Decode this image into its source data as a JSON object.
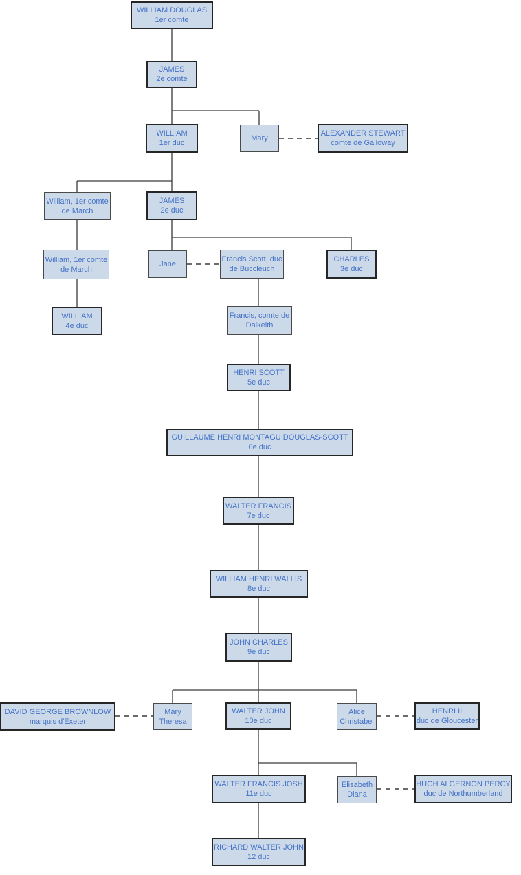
{
  "colors": {
    "page-bg": "#ffffff",
    "box-fill": "#ccd9e8",
    "shadow-blue": "#3876d2",
    "text-blue": "#4573c7",
    "border-major": "#262626",
    "border-minor": "#4a4a4a",
    "line-color": "#3a3a3a"
  },
  "legend": {
    "solid_line_meaning": "descent",
    "dashed_line_meaning": "marriage"
  },
  "nodes": [
    {
      "id": "william-douglas-1er-comte",
      "line1": "WILLIAM DOUGLAS",
      "line2": "1er comte"
    },
    {
      "id": "james-2e-comte",
      "line1": "JAMES",
      "line2": "2e comte"
    },
    {
      "id": "william-1er-duc",
      "line1": "WILLIAM",
      "line2": "1er duc"
    },
    {
      "id": "mary",
      "line1": "Mary"
    },
    {
      "id": "alexander-stewart",
      "line1": "ALEXANDER STEWART",
      "line2": "comte de Galloway"
    },
    {
      "id": "william-1er-comte-de-march-a",
      "line1": "William, 1er comte",
      "line2": "de March"
    },
    {
      "id": "james-2e-duc",
      "line1": "JAMES",
      "line2": "2e duc"
    },
    {
      "id": "william-1er-comte-de-march-b",
      "line1": "William, 1er comte",
      "line2": "de March"
    },
    {
      "id": "jane",
      "line1": "Jane"
    },
    {
      "id": "francis-scott-duc-de-buccleuch",
      "line1": "Francis Scott, duc",
      "line2": "de Buccleuch"
    },
    {
      "id": "charles-3e-duc",
      "line1": "CHARLES",
      "line2": "3e duc"
    },
    {
      "id": "william-4e-duc",
      "line1": "WILLIAM",
      "line2": "4e duc"
    },
    {
      "id": "francis-comte-de-dalkeith",
      "line1": "Francis, comte de",
      "line2": "Dalkeith"
    },
    {
      "id": "henri-scott-5e-duc",
      "line1": "HENRI SCOTT",
      "line2": "5e duc"
    },
    {
      "id": "guillaume-henri-montagu-6e-duc",
      "line1": "GUILLAUME HENRI MONTAGU DOUGLAS-SCOTT",
      "line2": "6e duc"
    },
    {
      "id": "walter-francis-7e-duc",
      "line1": "WALTER FRANCIS",
      "line2": "7e duc"
    },
    {
      "id": "william-henri-wallis-8e-duc",
      "line1": "WILLIAM HENRI WALLIS",
      "line2": "8e duc"
    },
    {
      "id": "john-charles-9e-duc",
      "line1": "JOHN CHARLES",
      "line2": "9e duc"
    },
    {
      "id": "david-george-brownlow",
      "line1": "DAVID GEORGE BROWNLOW",
      "line2": "marquis d'Exeter"
    },
    {
      "id": "mary-theresa",
      "line1": "Mary",
      "line2": "Theresa"
    },
    {
      "id": "walter-john-10e-duc",
      "line1": "WALTER JOHN",
      "line2": "10e duc"
    },
    {
      "id": "alice-christabel",
      "line1": "Alice",
      "line2": "Christabel"
    },
    {
      "id": "henri-ii-duc-de-gloucester",
      "line1": "HENRI II",
      "line2": "duc de Gloucester"
    },
    {
      "id": "walter-francis-josh-11e-duc",
      "line1": "WALTER FRANCIS JOSH",
      "line2": "11e duc"
    },
    {
      "id": "elisabeth-diana",
      "line1": "Elisabeth",
      "line2": "Diana"
    },
    {
      "id": "hugh-algernon-percy",
      "line1": "HUGH ALGERNON PERCY",
      "line2": "duc de Northumberland"
    },
    {
      "id": "richard-walter-john-12-duc",
      "line1": "RICHARD WALTER JOHN",
      "line2": "12 duc"
    }
  ]
}
